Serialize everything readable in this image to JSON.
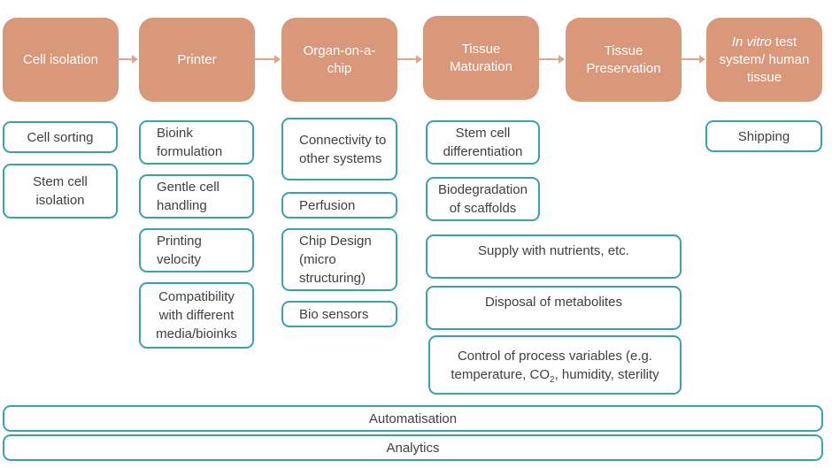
{
  "stages": {
    "cell_isolation": "Cell isolation",
    "printer": "Printer",
    "organ_on_chip": "Organ-on-a-chip",
    "tissue_maturation": "Tissue Maturation",
    "tissue_preservation": "Tissue Preservation",
    "in_vitro_italic": "In vitro",
    "in_vitro_rest": " test system/ human tissue"
  },
  "col1": {
    "cell_sorting": "Cell sorting",
    "stem_cell_isolation": "Stem cell isolation"
  },
  "col2": {
    "bioink_formulation": "Bioink formulation",
    "gentle_cell_handling": "Gentle cell handling",
    "printing_velocity": "Printing velocity",
    "compatibility": "Compatibility with different media/bioinks"
  },
  "col3": {
    "connectivity": "Connectivity to other systems",
    "perfusion": "Perfusion",
    "chip_design": "Chip Design (micro structuring)",
    "bio_sensors": "Bio sensors"
  },
  "col4": {
    "stem_cell_differentiation": "Stem cell differentiation",
    "biodegradation": "Biodegradation of scaffolds",
    "supply": "Supply with nutrients, etc.",
    "disposal": "Disposal of metabolites",
    "control_line1": "Control of process variables (e.g.",
    "control_line2_a": "temperature, CO",
    "control_sub": "2",
    "control_line2_b": ", humidity, sterility"
  },
  "col6": {
    "shipping": "Shipping"
  },
  "bottom": {
    "automatisation": "Automatisation",
    "analytics": "Analytics"
  },
  "colors": {
    "stage_fill": "#d99879",
    "box_border": "#3aa3a8",
    "arrow": "#e0a58a"
  }
}
